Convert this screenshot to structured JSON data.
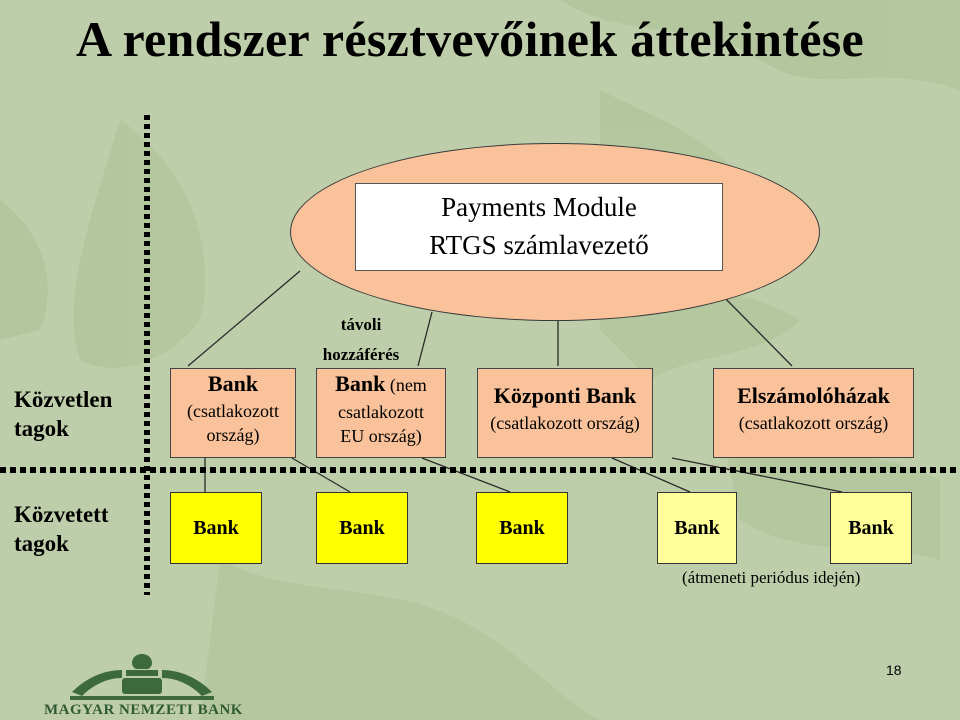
{
  "title": "A rendszer résztvevőinek áttekintése",
  "rows": {
    "direct": [
      "Közvetlen",
      "tagok"
    ],
    "indirect": [
      "Közvetett",
      "tagok"
    ]
  },
  "module": {
    "line1": "Payments Module",
    "line2": "RTGS számlavezető"
  },
  "remote_access": [
    "távoli",
    "hozzáférés"
  ],
  "direct_members": [
    {
      "title": "Bank",
      "sub": [
        "(csatlakozott",
        "ország)"
      ]
    },
    {
      "title": "Bank",
      "title_suffix": " (nem",
      "sub": [
        "csatlakozott",
        "EU ország)"
      ]
    },
    {
      "title": "Központi Bank",
      "sub": [
        "(csatlakozott ország)"
      ]
    },
    {
      "title": "Elszámolóházak",
      "sub": [
        "(csatlakozott ország)"
      ]
    }
  ],
  "indirect_members": [
    "Bank",
    "Bank",
    "Bank",
    "Bank",
    "Bank"
  ],
  "transition_note": "(átmeneti periódus idején)",
  "page_number": "18",
  "logo_text": "MAGYAR NEMZETI BANK",
  "colors": {
    "background": "#bfceaa",
    "direct_fill": "#fac29a",
    "indirect_fill": "#ffff00",
    "indirect_transition_fill": "#ffff99",
    "logo": "#2f5b32"
  }
}
